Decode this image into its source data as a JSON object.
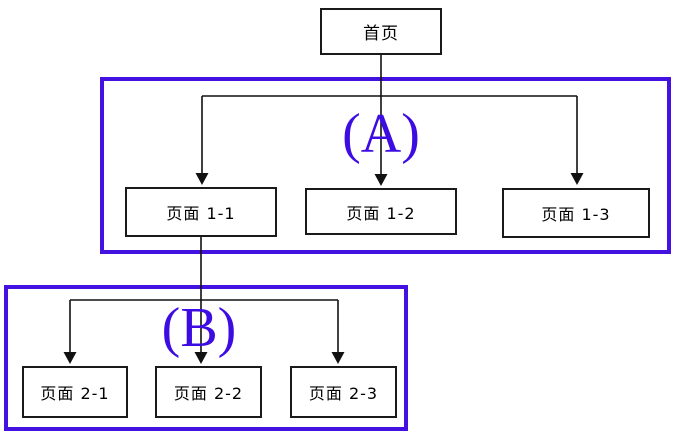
{
  "diagram": {
    "type": "site-hierarchy",
    "nodes": {
      "home": "首页",
      "p1_1": "页面 1-1",
      "p1_2": "页面 1-2",
      "p1_3": "页面 1-3",
      "p2_1": "页面 2-1",
      "p2_2": "页面 2-2",
      "p2_3": "页面 2-3"
    },
    "groups": {
      "a": {
        "label": "(A)",
        "members": [
          "页面 1-1",
          "页面 1-2",
          "页面 1-3"
        ]
      },
      "b": {
        "label": "(B)",
        "members": [
          "页面 2-1",
          "页面 2-2",
          "页面 2-3"
        ]
      }
    },
    "edges": [
      {
        "from": "首页",
        "to": "页面 1-1"
      },
      {
        "from": "首页",
        "to": "页面 1-2"
      },
      {
        "from": "首页",
        "to": "页面 1-3"
      },
      {
        "from": "页面 1-1",
        "to": "页面 2-1"
      },
      {
        "from": "页面 1-1",
        "to": "页面 2-2"
      },
      {
        "from": "页面 1-1",
        "to": "页面 2-3"
      }
    ],
    "colors": {
      "group_border": "#4412e0",
      "group_label": "#3d0ce2",
      "node_border": "#1a1a1a",
      "connector": "#111111",
      "text": "#000000",
      "background": "#ffffff"
    }
  }
}
